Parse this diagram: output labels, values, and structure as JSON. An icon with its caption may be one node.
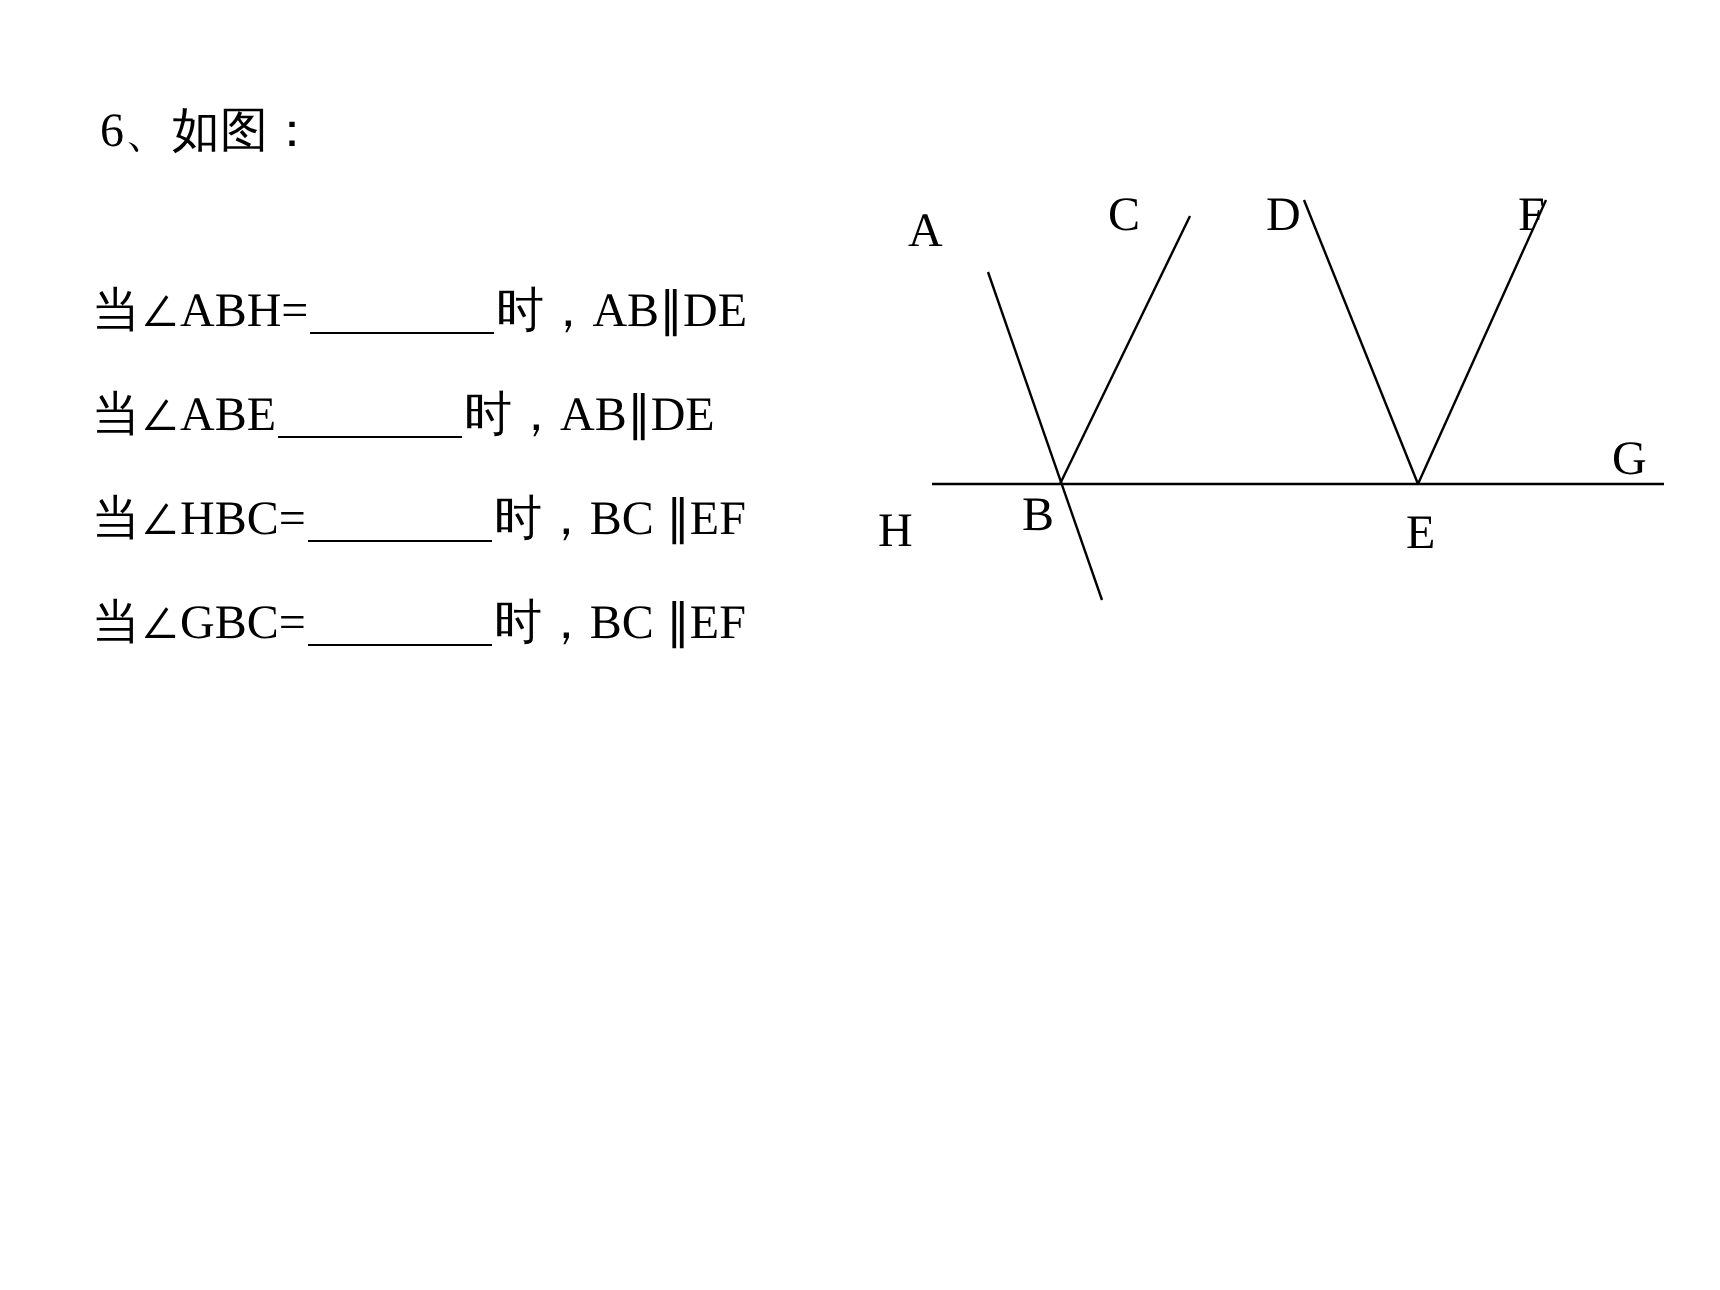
{
  "diagram": {
    "title": "6、如图：",
    "labels": [
      "当∠ABH=",
      "时，AB∥DE",
      "当∠ABE",
      "时，AB∥DE",
      "当∠HBC=",
      "时，BC ∥EF",
      "当∠GBC=",
      "时，BC ∥EF",
      "A",
      "C",
      "D",
      "F",
      "G",
      "H",
      "B",
      "E"
    ]
  }
}
